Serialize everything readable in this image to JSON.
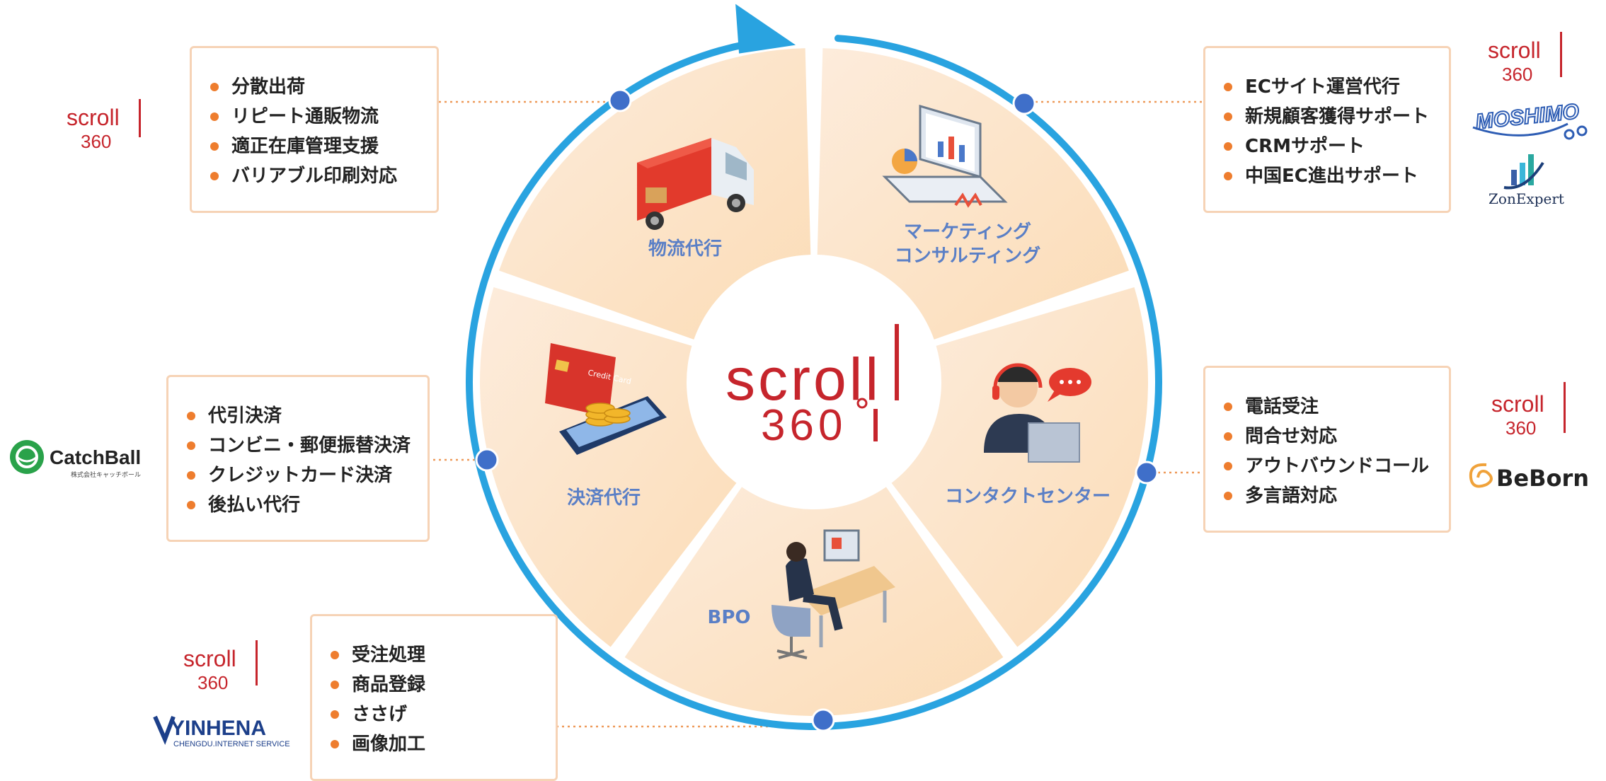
{
  "center_logo": {
    "word": "scroll",
    "number": "360"
  },
  "colors": {
    "ring": "#29a3e0",
    "connector_dot": "#3f6fc9",
    "segment_fill": "#fbe6cf",
    "segment_label": "#5a7fc6",
    "bullet": "#ee7d2e",
    "box_border": "#f6d3b6",
    "logo_red": "#c6252c"
  },
  "segments": [
    {
      "label": "物流代行",
      "icon": "delivery-truck-icon"
    },
    {
      "label_line1": "マーケティング",
      "label_line2": "コンサルティング",
      "icon": "analytics-laptop-icon"
    },
    {
      "label": "コンタクトセンター",
      "icon": "call-center-operator-icon"
    },
    {
      "label": "BPO",
      "icon": "desk-worker-icon"
    },
    {
      "label": "決済代行",
      "icon": "credit-card-tablet-icon"
    }
  ],
  "boxes": {
    "logistics": {
      "items": [
        "分散出荷",
        "リピート通販物流",
        "適正在庫管理支援",
        "バリアブル印刷対応"
      ]
    },
    "marketing": {
      "items": [
        "ECサイト運営代行",
        "新規顧客獲得サポート",
        "CRMサポート",
        "中国EC進出サポート"
      ]
    },
    "payment": {
      "items": [
        "代引決済",
        "コンビニ・郵便振替決済",
        "クレジットカード決済",
        "後払い代行"
      ]
    },
    "contact": {
      "items": [
        "電話受注",
        "問合せ対応",
        "アウトバウンドコール",
        "多言語対応"
      ]
    },
    "bpo": {
      "items": [
        "受注処理",
        "商品登録",
        "ささげ",
        "画像加工"
      ]
    }
  },
  "logos": {
    "scroll": {
      "word": "scroll",
      "number": "360"
    },
    "moshimo": "MOSHIMO",
    "zonexpert": "ZonExpert",
    "catchball": {
      "name": "CatchBall",
      "sub": "株式会社キャッチボール"
    },
    "beborn": "BeBorn",
    "yinhena": {
      "name": "YINHENA",
      "sub": "CHENGDU.INTERNET SERVICE"
    }
  }
}
